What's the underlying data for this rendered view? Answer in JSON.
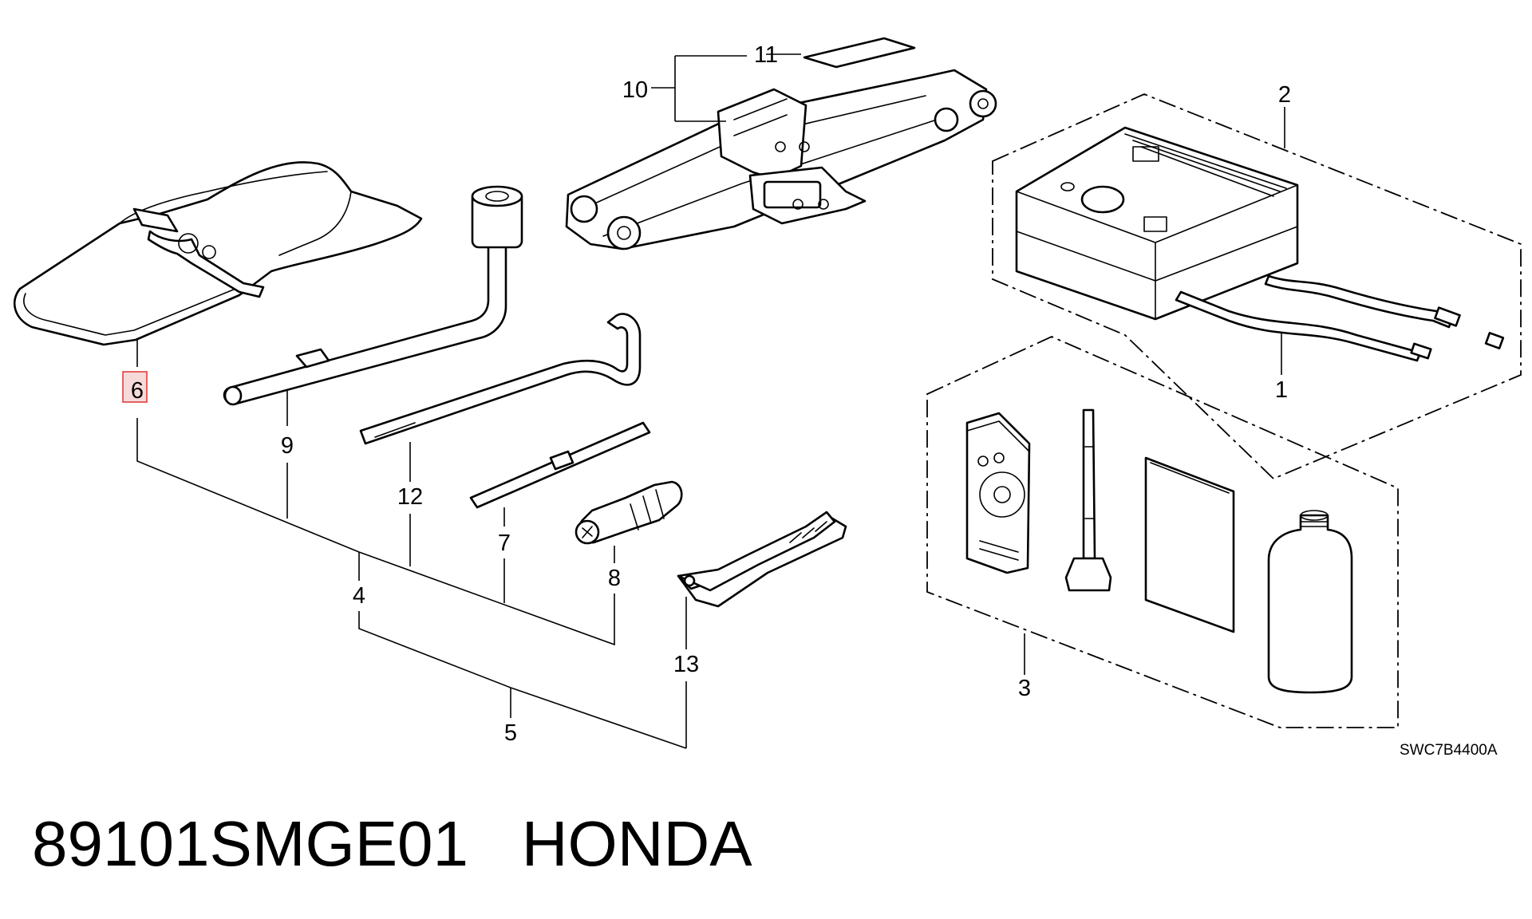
{
  "diagram": {
    "drawing_code": "SWC7B4400A",
    "highlighted_callout": "6",
    "callouts": {
      "c1": "1",
      "c2": "2",
      "c3": "3",
      "c4": "4",
      "c5": "5",
      "c6": "6",
      "c7": "7",
      "c8": "8",
      "c9": "9",
      "c10": "10",
      "c11": "11",
      "c12": "12",
      "c13": "13"
    }
  },
  "caption": {
    "part_number": "89101SMGE01",
    "brand": "HONDA"
  },
  "colors": {
    "highlight_border": "#d33333",
    "highlight_fill": "#f6dada",
    "line": "#000000",
    "background": "#ffffff"
  }
}
